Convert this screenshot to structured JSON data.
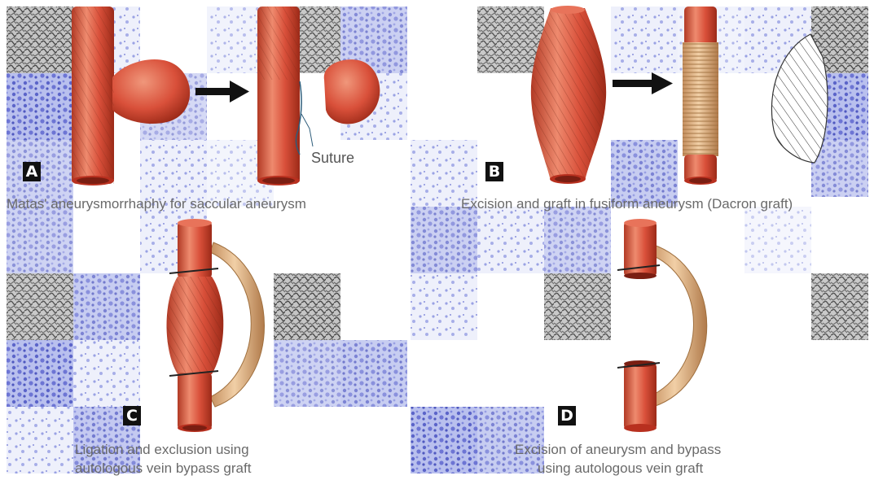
{
  "panels": {
    "A": {
      "label": "A",
      "caption": "Matas' aneurysmorrhaphy for saccular aneurysm",
      "annotation": "Suture"
    },
    "B": {
      "label": "B",
      "caption": "Excision and graft in fusiform aneurysm (Dacron graft)"
    },
    "C": {
      "label": "C",
      "caption_line1": "Ligation and exclusion using",
      "caption_line2": "autologous vein bypass graft"
    },
    "D": {
      "label": "D",
      "caption_line1": "Excision of aneurysm and bypass",
      "caption_line2": "using autologous vein graft"
    }
  },
  "colors": {
    "vessel": "#d9503a",
    "vessel_light": "#ee8a6e",
    "vessel_dark": "#a8301e",
    "graft": "#e8b98a",
    "graft_dark": "#b8865a",
    "arrow": "#111111",
    "tile_blue": "#7c84d8",
    "tile_gray": "#6b6b6b"
  }
}
